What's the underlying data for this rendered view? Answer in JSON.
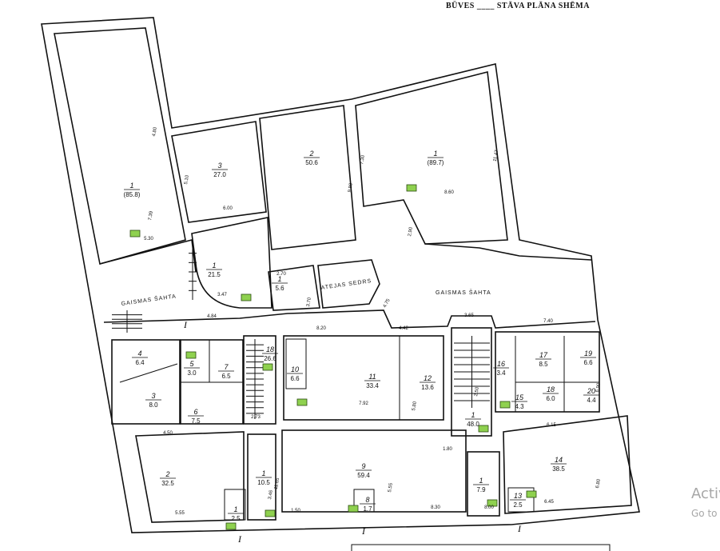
{
  "title": "BŪVES ____ STĀVA PLĀNA SHĒMA",
  "labels": {
    "light_shaft_left": "GAISMAS ŠAHTA",
    "light_shaft_right": "GAISMAS ŠAHTA",
    "courtyard_building": "ATEJAS SEDRS"
  },
  "rooms": [
    {
      "number": "1",
      "area": "(85.8)"
    },
    {
      "number": "3",
      "area": "27.0"
    },
    {
      "number": "2",
      "area": "50.6"
    },
    {
      "number": "1",
      "area": "(89.7)"
    },
    {
      "number": "1",
      "area": "21.5"
    },
    {
      "number": "1",
      "area": "5.6"
    },
    {
      "number": "4",
      "area": "6.4"
    },
    {
      "number": "3",
      "area": "8.0"
    },
    {
      "number": "5",
      "area": "3.0"
    },
    {
      "number": "7",
      "area": "6.5"
    },
    {
      "number": "6",
      "area": "7.5"
    },
    {
      "number": "18",
      "area": "26.6"
    },
    {
      "number": "10",
      "area": "6.6"
    },
    {
      "number": "11",
      "area": "33.4"
    },
    {
      "number": "12",
      "area": "13.6"
    },
    {
      "number": "16",
      "area": "3.4"
    },
    {
      "number": "17",
      "area": "8.5"
    },
    {
      "number": "19",
      "area": "6.6"
    },
    {
      "number": "18",
      "area": "6.0"
    },
    {
      "number": "20",
      "area": "4.4"
    },
    {
      "number": "15",
      "area": "4.3"
    },
    {
      "number": "1",
      "area": "48.0"
    },
    {
      "number": "14",
      "area": "38.5"
    },
    {
      "number": "1",
      "area": "7.9"
    },
    {
      "number": "13",
      "area": "2.5"
    },
    {
      "number": "2",
      "area": "32.5"
    },
    {
      "number": "1",
      "area": "10.5"
    },
    {
      "number": "9",
      "area": "59.4"
    },
    {
      "number": "1",
      "area": "2.5"
    },
    {
      "number": "8",
      "area": "1.7"
    }
  ],
  "dimensions": [
    "5.30",
    "4.80",
    "7.39",
    "5.10",
    "6.00",
    "9.80",
    "7.30",
    "8.60",
    "11.47",
    "2.90",
    "3.47",
    "2.70",
    "3.70",
    "4.75",
    "3.65",
    "7.40",
    "8.20",
    "4.42",
    "4.84",
    "4.50",
    "5.55",
    "11.65",
    "5.55",
    "6.45",
    "6.80",
    "6.15",
    "8.30",
    "2.73",
    "7.92",
    "5.80",
    "6.90",
    "2.50",
    "1.80",
    "3.46",
    "8.00",
    "1.50"
  ],
  "section_marks": [
    "I",
    "I",
    "I",
    "I"
  ],
  "watermark": {
    "line1": "Activ",
    "line2": "Go to"
  }
}
